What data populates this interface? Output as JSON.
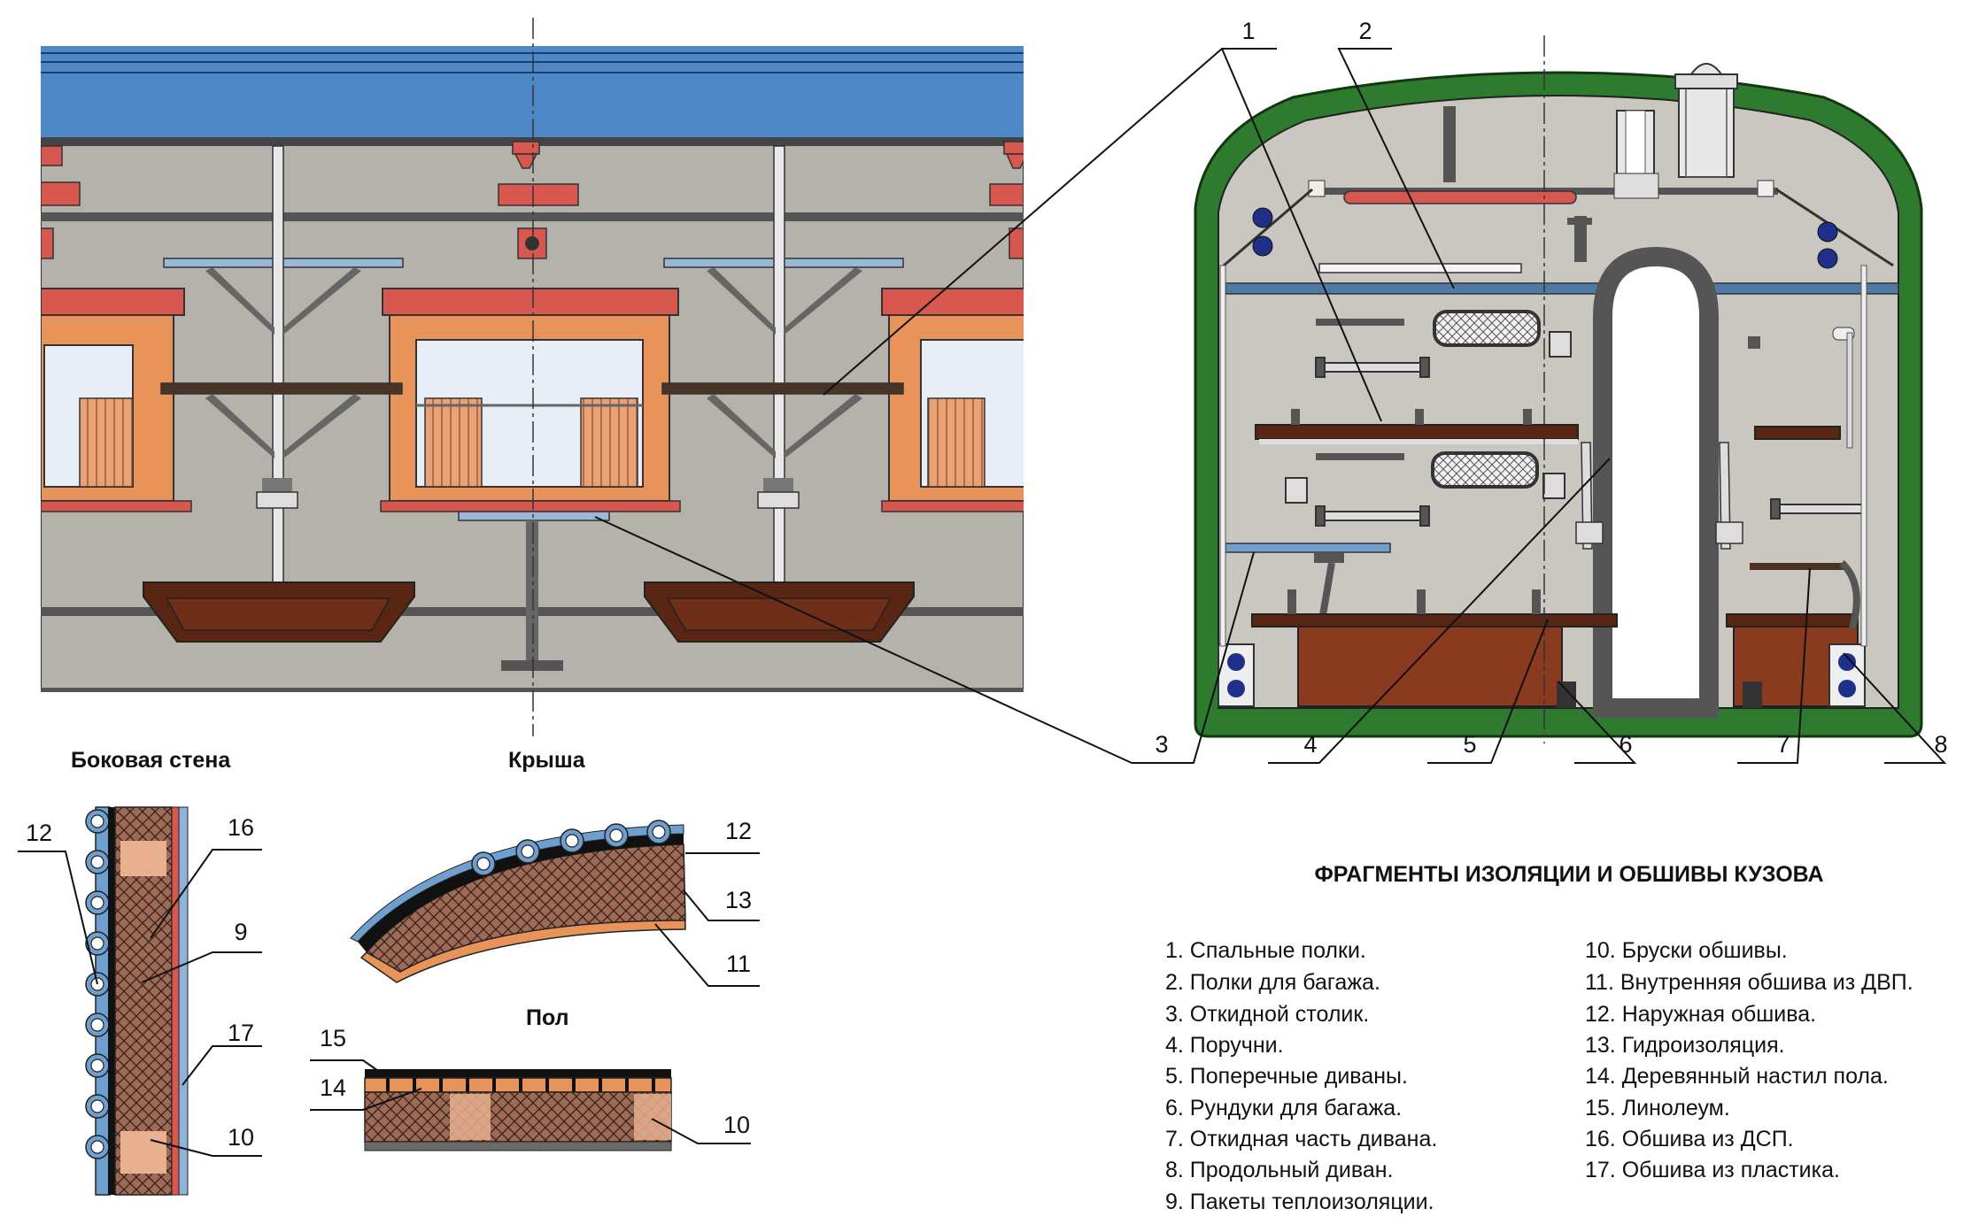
{
  "captions": {
    "side_wall": "Боковая стена",
    "roof": "Крыша",
    "floor": "Пол"
  },
  "callouts": {
    "c1": "1",
    "c2": "2",
    "c3": "3",
    "c4": "4",
    "c5": "5",
    "c6": "6",
    "c7": "7",
    "c8": "8",
    "w12": "12",
    "w16": "16",
    "w9": "9",
    "w17": "17",
    "w10": "10",
    "r12": "12",
    "r13": "13",
    "r11": "11",
    "f15": "15",
    "f14": "14",
    "f10": "10"
  },
  "legend": {
    "title": "ФРАГМЕНТЫ ИЗОЛЯЦИИ И ОБШИВЫ КУЗОВА",
    "col1": [
      "1. Спальные полки.",
      "2. Полки для багажа.",
      "3. Откидной столик.",
      "4. Поручни.",
      "5. Поперечные диваны.",
      "6. Рундуки для багажа.",
      "7. Откидная часть дивана.",
      "8. Продольный диван.",
      "9. Пакеты теплоизоляции."
    ],
    "col2": [
      "10. Бруски обшивы.",
      "11. Внутренняя обшива из ДВП.",
      "12. Наружная обшива.",
      "13. Гидроизоляция.",
      "14. Деревянный настил пола.",
      "15. Линолеум.",
      "16. Обшива из ДСП.",
      "17. Обшива из пластика."
    ]
  },
  "colors": {
    "roof_blue": "#4f88c6",
    "wall_gray": "#b4b2aa",
    "interior_gray": "#c9c7c0",
    "frame_red": "#d8574e",
    "frame_orange": "#e8935a",
    "body_green": "#2e7a2e",
    "bench_brown": "#5a2614",
    "insulation": "#9c6b58",
    "shelf_blue": "#9ab9d6"
  }
}
